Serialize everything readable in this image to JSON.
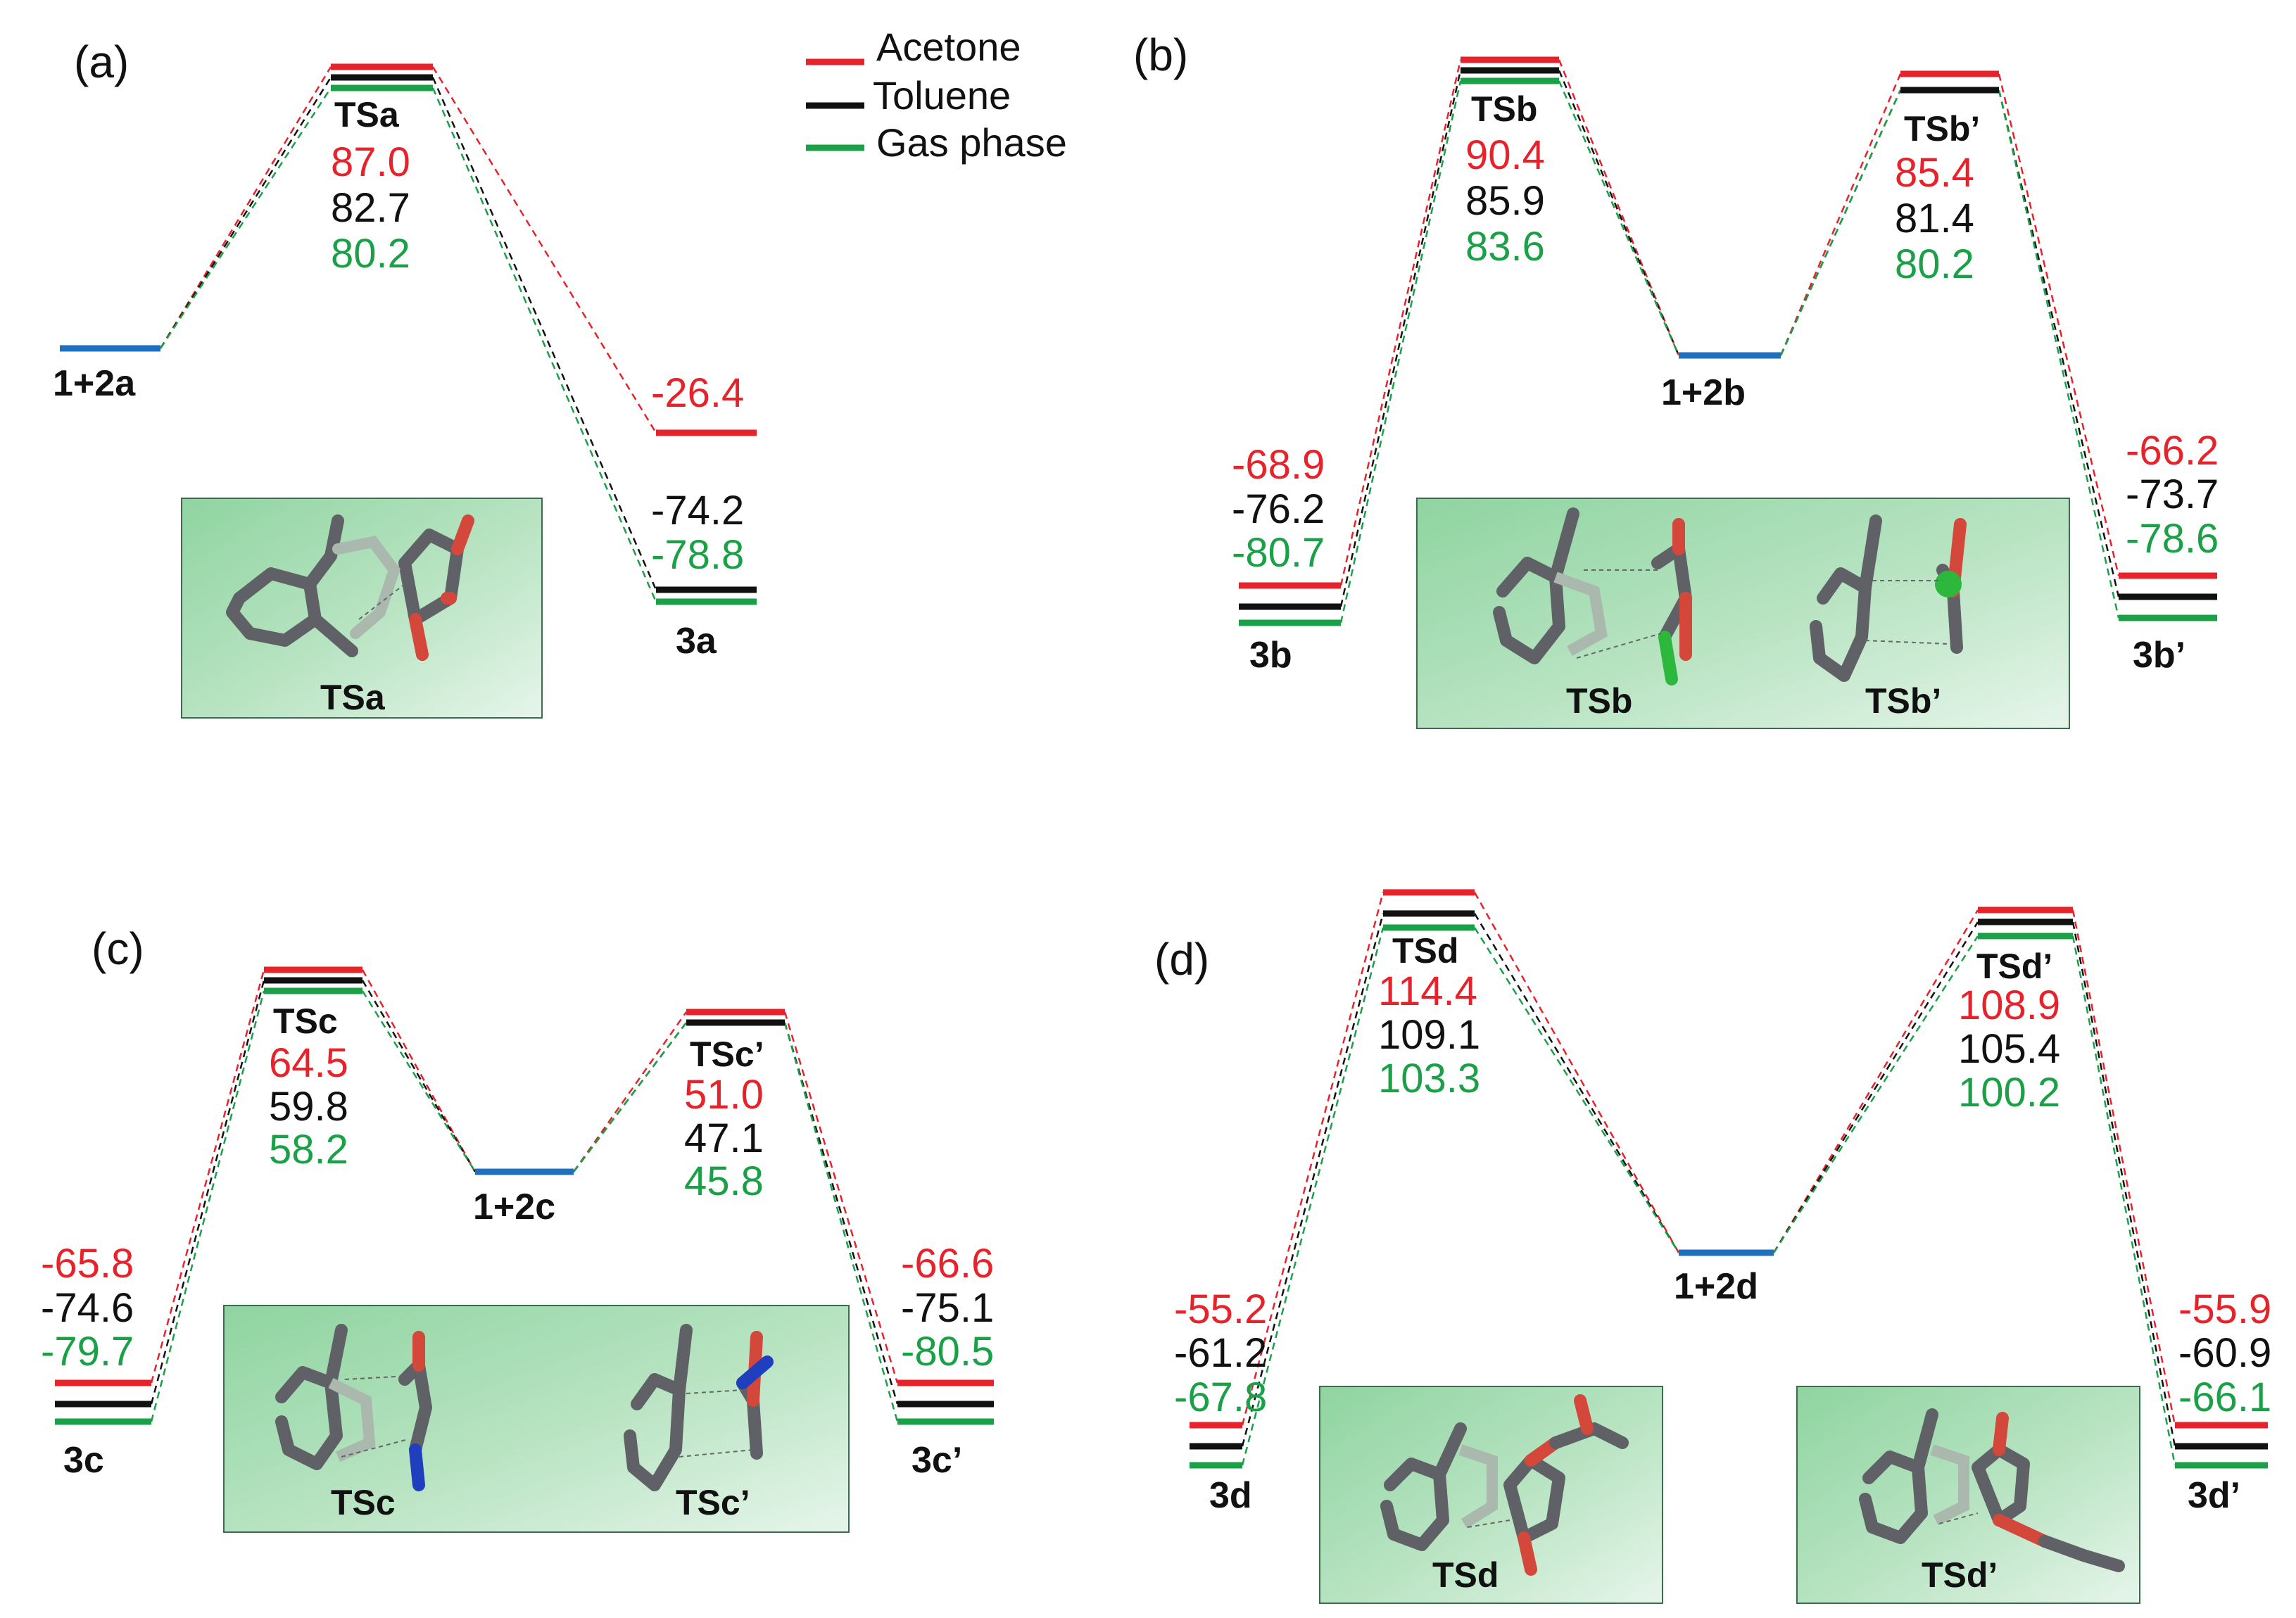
{
  "legend": {
    "items": [
      {
        "label": "Acetone",
        "color": "#e8222a"
      },
      {
        "label": "Toluene",
        "color": "#111111"
      },
      {
        "label": "Gas phase",
        "color": "#1aa047"
      }
    ]
  },
  "colors": {
    "acetone": "#e8222a",
    "toluene": "#111111",
    "gas": "#1aa047",
    "reactant": "#1f6fbf",
    "inset_fill": "#9fd8ad",
    "inset_border": "#3d6b4d"
  },
  "panels": {
    "a": {
      "label": "(a)",
      "reactant": "1+2a",
      "ts": [
        {
          "name": "TSa",
          "acetone": "87.0",
          "toluene": "82.7",
          "gas": "80.2"
        }
      ],
      "products": [
        {
          "name": "3a",
          "acetone": "-26.4",
          "toluene": "-74.2",
          "gas": "-78.8"
        }
      ],
      "insets": [
        {
          "caption": "TSa"
        }
      ]
    },
    "b": {
      "label": "(b)",
      "reactant": "1+2b",
      "ts": [
        {
          "name": "TSb",
          "acetone": "90.4",
          "toluene": "85.9",
          "gas": "83.6"
        },
        {
          "name": "TSb’",
          "acetone": "85.4",
          "toluene": "81.4",
          "gas": "80.2"
        }
      ],
      "products": [
        {
          "name": "3b",
          "acetone": "-68.9",
          "toluene": "-76.2",
          "gas": "-80.7"
        },
        {
          "name": "3b’",
          "acetone": "-66.2",
          "toluene": "-73.7",
          "gas": "-78.6"
        }
      ],
      "insets": [
        {
          "caption": "TSb"
        },
        {
          "caption": "TSb’"
        }
      ]
    },
    "c": {
      "label": "(c)",
      "reactant": "1+2c",
      "ts": [
        {
          "name": "TSc",
          "acetone": "64.5",
          "toluene": "59.8",
          "gas": "58.2"
        },
        {
          "name": "TSc’",
          "acetone": "51.0",
          "toluene": "47.1",
          "gas": "45.8"
        }
      ],
      "products": [
        {
          "name": "3c",
          "acetone": "-65.8",
          "toluene": "-74.6",
          "gas": "-79.7"
        },
        {
          "name": "3c’",
          "acetone": "-66.6",
          "toluene": "-75.1",
          "gas": "-80.5"
        }
      ],
      "insets": [
        {
          "caption": "TSc"
        },
        {
          "caption": "TSc’"
        }
      ]
    },
    "d": {
      "label": "(d)",
      "reactant": "1+2d",
      "ts": [
        {
          "name": "TSd",
          "acetone": "114.4",
          "toluene": "109.1",
          "gas": "103.3"
        },
        {
          "name": "TSd’",
          "acetone": "108.9",
          "toluene": "105.4",
          "gas": "100.2"
        }
      ],
      "products": [
        {
          "name": "3d",
          "acetone": "-55.2",
          "toluene": "-61.2",
          "gas": "-67.8"
        },
        {
          "name": "3d’",
          "acetone": "-55.9",
          "toluene": "-60.9",
          "gas": "-66.1"
        }
      ],
      "insets": [
        {
          "caption": "TSd"
        },
        {
          "caption": "TSd’"
        }
      ]
    }
  }
}
